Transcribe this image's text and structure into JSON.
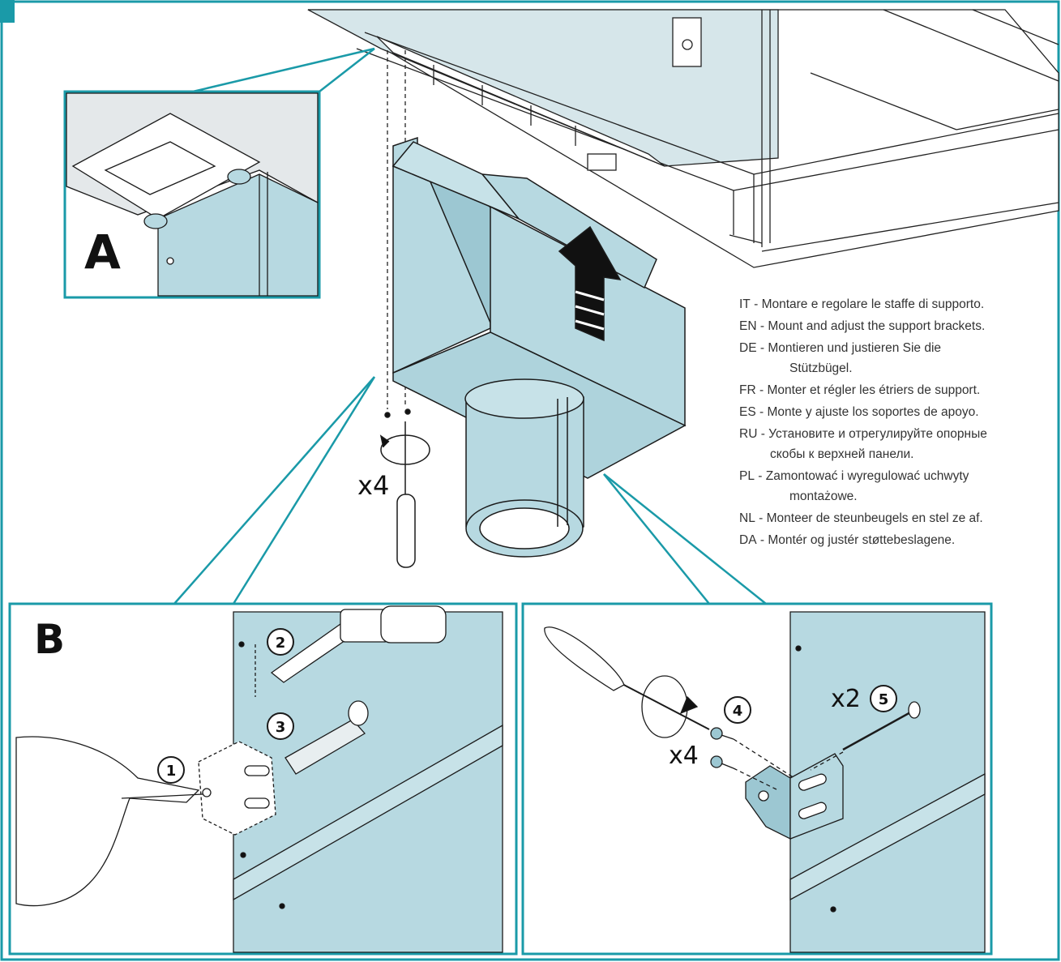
{
  "figure": {
    "step_badge": "",
    "panel_a_label": "A",
    "panel_b_label": "B",
    "qty_screws_main": "x4",
    "qty_screws_bracket": "x4",
    "qty_long_screws": "x2",
    "callouts": [
      "1",
      "2",
      "3",
      "4",
      "5"
    ]
  },
  "instructions": [
    {
      "code": "IT",
      "text": "Montare e regolare le staffe di supporto.",
      "cont": ""
    },
    {
      "code": "EN",
      "text": "Mount and adjust the support brackets.",
      "cont": ""
    },
    {
      "code": "DE",
      "text": "Montieren und justieren Sie die",
      "cont": "Stützbügel."
    },
    {
      "code": "FR",
      "text": "Monter et régler les étriers de support.",
      "cont": ""
    },
    {
      "code": "ES",
      "text": "Monte y ajuste los soportes de apoyo.",
      "cont": ""
    },
    {
      "code": "RU",
      "text": "Установите и отрегулируйте опорные",
      "cont": "скобы к верхней панели."
    },
    {
      "code": "PL",
      "text": "Zamontować i wyregulować uchwyty",
      "cont": "montażowe."
    },
    {
      "code": "NL",
      "text": "Monteer de steunbeugels en stel ze af.",
      "cont": ""
    },
    {
      "code": "DA",
      "text": "Montér og justér støttebeslagene.",
      "cont": ""
    }
  ],
  "colors": {
    "accent": "#1a9aa8",
    "panel_fill": "#b7d9e1",
    "panel_fill_dark": "#9cc7d2",
    "line": "#1b1b1b",
    "bg_gray": "#e6eaed"
  }
}
